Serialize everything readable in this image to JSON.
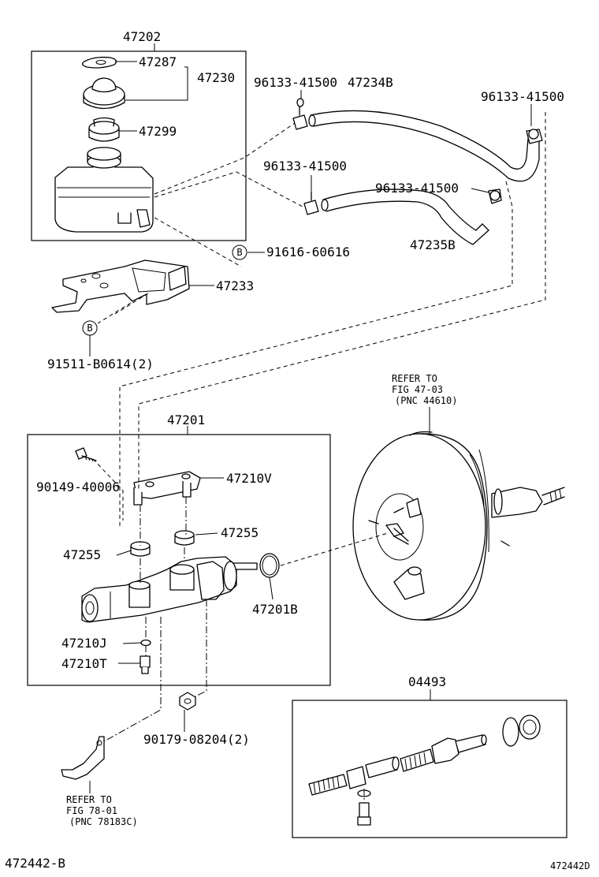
{
  "labels": {
    "l_47202": "47202",
    "l_47287": "47287",
    "l_47230": "47230",
    "l_47299": "47299",
    "l_96133_a": "96133-41500",
    "l_47234b": "47234B",
    "l_96133_b": "96133-41500",
    "l_96133_c": "96133-41500",
    "l_96133_d": "96133-41500",
    "l_47235b": "47235B",
    "l_91616": "91616-60616",
    "l_47233": "47233",
    "l_91511": "91511-B0614(2)",
    "l_47201": "47201",
    "l_90149": "90149-40006",
    "l_47210v": "47210V",
    "l_47255_a": "47255",
    "l_47255_b": "47255",
    "l_47201b": "47201B",
    "l_47210j": "47210J",
    "l_47210t": "47210T",
    "l_90179": "90179-08204(2)",
    "l_04493": "04493",
    "b_marker_1": "B",
    "b_marker_2": "B"
  },
  "references": {
    "ref_booster_1": "REFER TO",
    "ref_booster_2": "FIG 47-03",
    "ref_booster_3": "(PNC 44610)",
    "ref_bracket_1": "REFER TO",
    "ref_bracket_2": "FIG 78-01",
    "ref_bracket_3": "(PNC 78183C)"
  },
  "footer": {
    "left_code": "472442-B",
    "right_code": "472442D"
  }
}
